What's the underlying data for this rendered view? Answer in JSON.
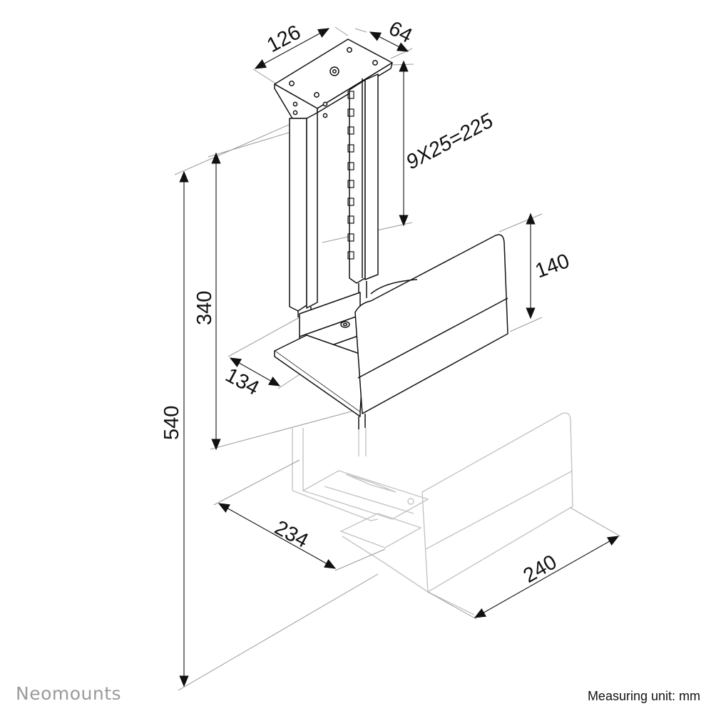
{
  "brand": "Neomounts",
  "measuring_unit": "Measuring unit: mm",
  "dimensions": {
    "top_width": "126",
    "top_depth": "64",
    "hole_spacing": "9X25=225",
    "side_height": "140",
    "adjust_height": "340",
    "total_height": "540",
    "holder_depth": "134",
    "min_width": "234",
    "max_width": "240"
  },
  "colors": {
    "line": "#111111",
    "guide": "#9a9a9a",
    "ghost": "#c8c8c8",
    "brand": "#9a9a9a"
  }
}
